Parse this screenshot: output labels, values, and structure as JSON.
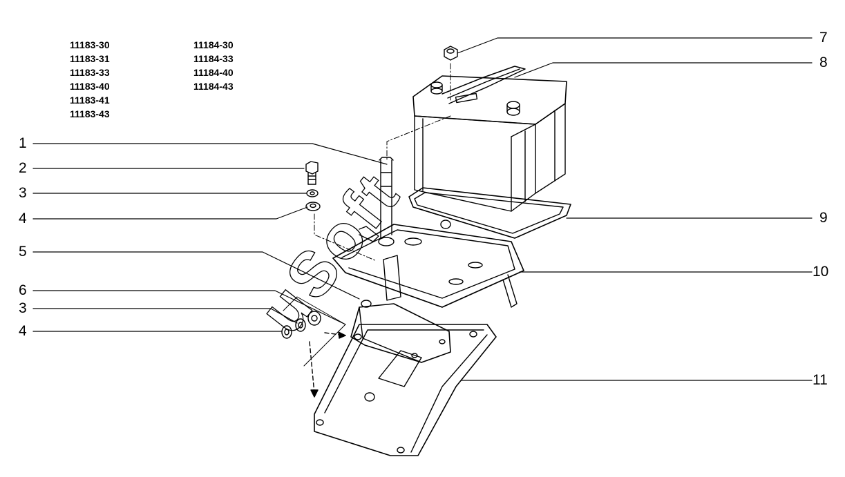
{
  "models": {
    "left": [
      "11183-30",
      "11183-31",
      "11183-33",
      "11183-40",
      "11183-41",
      "11183-43"
    ],
    "right": [
      "11184-30",
      "11184-33",
      "11184-40",
      "11184-43"
    ]
  },
  "callouts": {
    "c1": "1",
    "c2": "2",
    "c3a": "3",
    "c4a": "4",
    "c5": "5",
    "c6": "6",
    "c3b": "3",
    "c4b": "4",
    "c7": "7",
    "c8": "8",
    "c9": "9",
    "c10": "10",
    "c11": "11"
  },
  "watermark": "uSoft",
  "colors": {
    "line": "#000000",
    "background": "#ffffff"
  }
}
